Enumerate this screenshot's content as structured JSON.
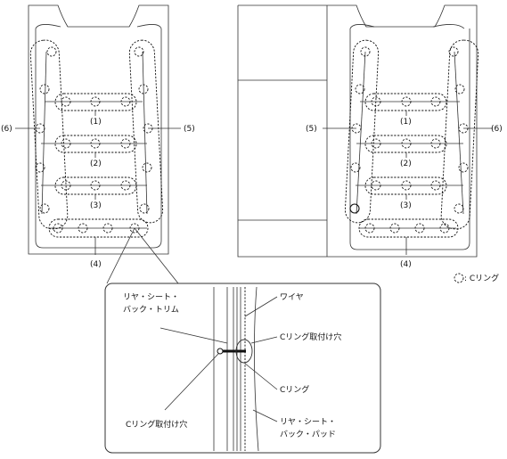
{
  "labels": {
    "l1": "(1)",
    "l2": "(2)",
    "l3": "(3)",
    "l4": "(4)",
    "l5": "(5)",
    "l6": "(6)",
    "r1": "(1)",
    "r2": "(2)",
    "r3": "(3)",
    "r4": "(4)",
    "r5": "(5)",
    "r6": "(6)"
  },
  "legend": {
    "text": ": Cリング",
    "icon": "c-ring-dashed-circle-icon"
  },
  "detail": {
    "trim_line1": "リヤ・シート・",
    "trim_line2": "バック・トリム",
    "wire": "ワイヤ",
    "hole_right": "Cリング取付け穴",
    "c_ring": "Cリング",
    "hole_left": "Cリング取付け穴",
    "pad_line1": "リヤ・シート・",
    "pad_line2": "バック・パッド"
  }
}
